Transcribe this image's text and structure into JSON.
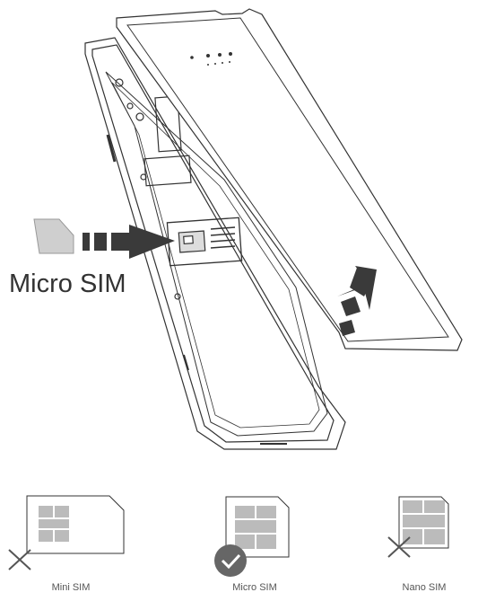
{
  "callout": {
    "label": "Micro SIM"
  },
  "sim_types": [
    {
      "label": "Mini SIM",
      "status": "not-supported",
      "mark": "cross-icon"
    },
    {
      "label": "Micro SIM",
      "status": "supported",
      "mark": "check-icon"
    },
    {
      "label": "Nano SIM",
      "status": "not-supported",
      "mark": "cross-icon"
    }
  ],
  "colors": {
    "line": "#333333",
    "arrow": "#3a3a3a",
    "sim_fill": "#cfcfcf",
    "check_badge": "#666666"
  }
}
